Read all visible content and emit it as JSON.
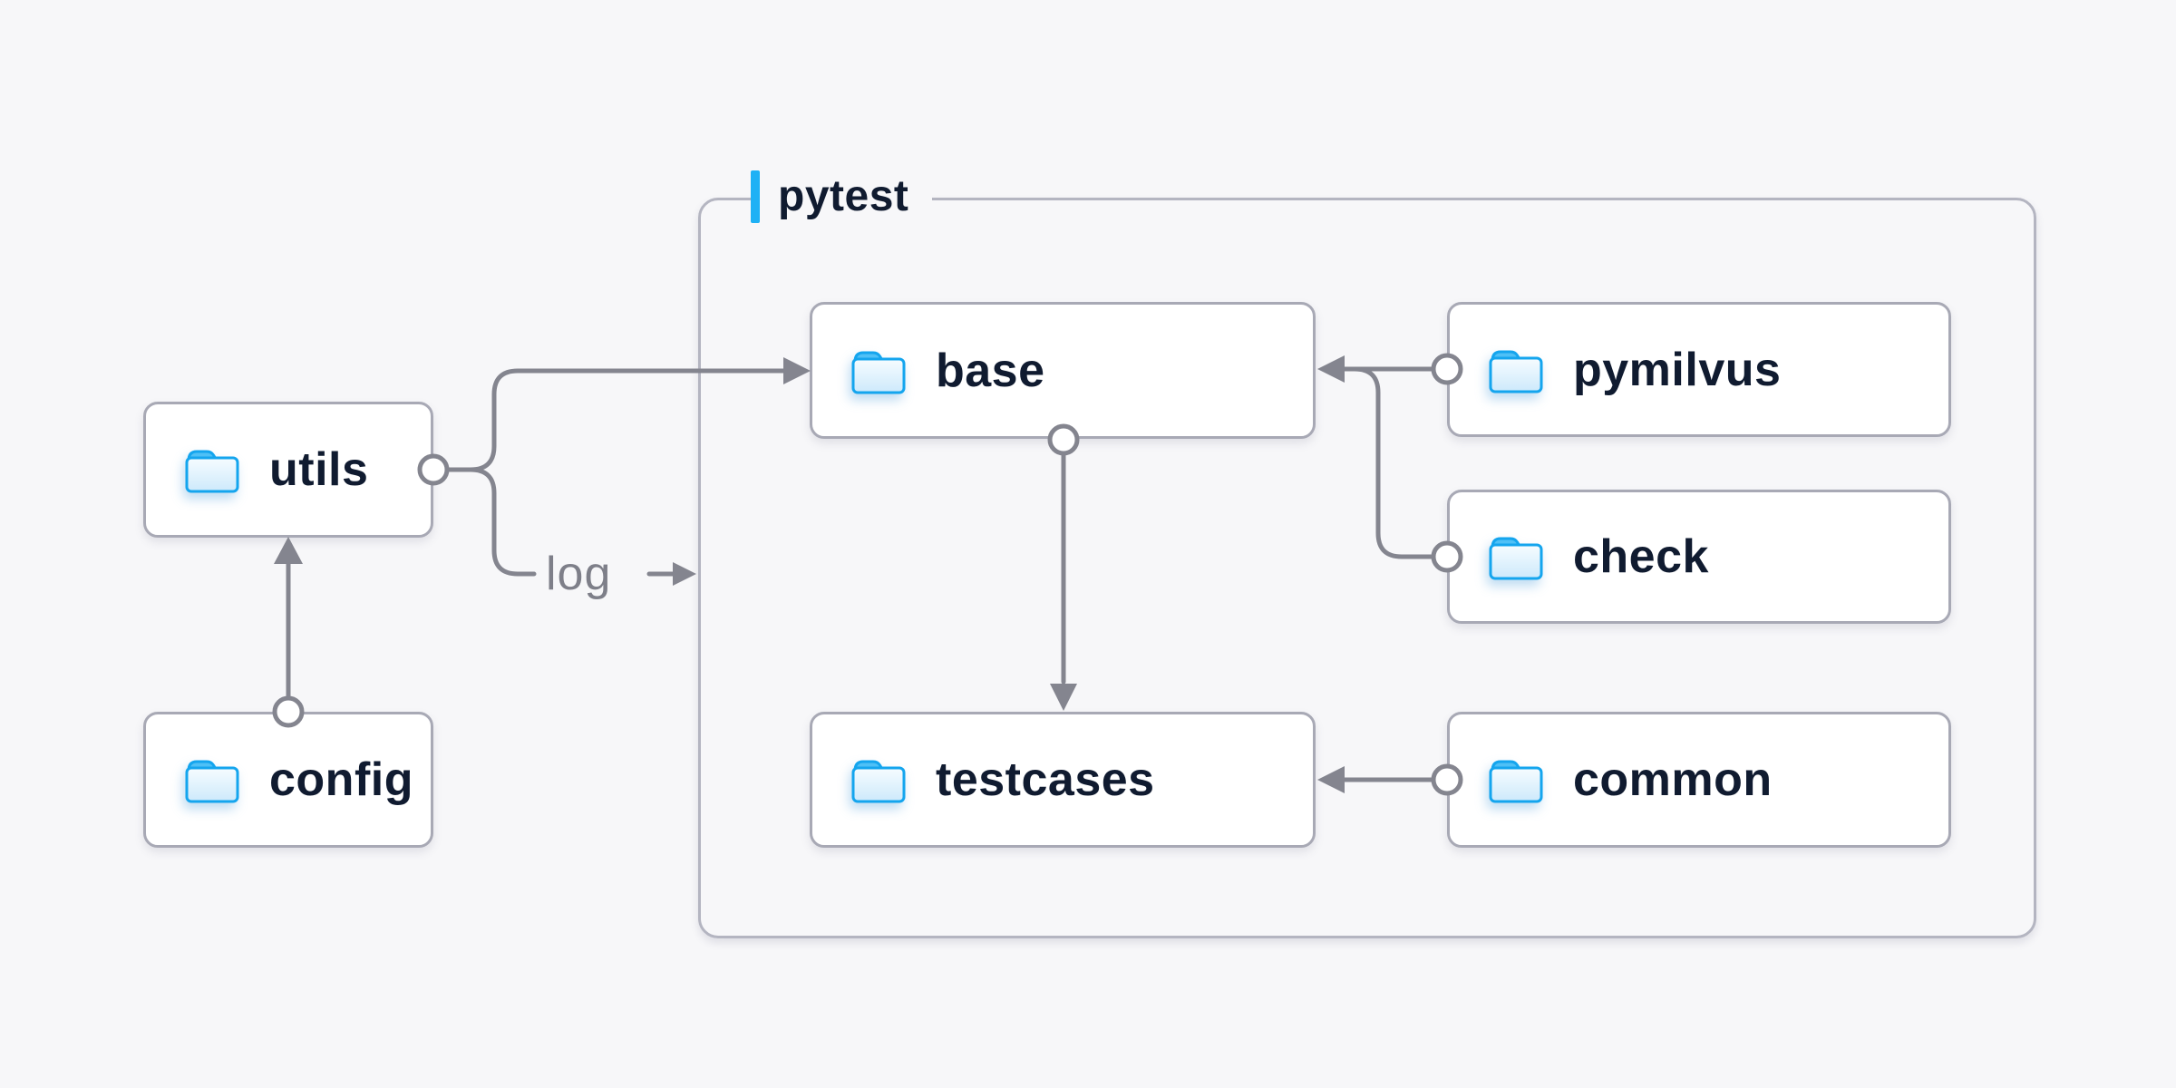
{
  "diagram": {
    "container_label": "pytest",
    "nodes": {
      "utils": {
        "label": "utils",
        "icon": "folder-icon"
      },
      "config": {
        "label": "config",
        "icon": "folder-icon"
      },
      "base": {
        "label": "base",
        "icon": "folder-icon"
      },
      "pymilvus": {
        "label": "pymilvus",
        "icon": "folder-icon"
      },
      "check": {
        "label": "check",
        "icon": "folder-icon"
      },
      "testcases": {
        "label": "testcases",
        "icon": "folder-icon"
      },
      "common": {
        "label": "common",
        "icon": "folder-icon"
      }
    },
    "edges": [
      {
        "from": "config",
        "to": "utils",
        "label": ""
      },
      {
        "from": "utils",
        "to": "base",
        "label": ""
      },
      {
        "from": "utils",
        "to": "pytest",
        "label": "log"
      },
      {
        "from": "pymilvus",
        "to": "base",
        "label": ""
      },
      {
        "from": "check",
        "to": "base",
        "label": ""
      },
      {
        "from": "base",
        "to": "testcases",
        "label": ""
      },
      {
        "from": "common",
        "to": "testcases",
        "label": ""
      }
    ]
  },
  "colors": {
    "background": "#f7f7f9",
    "node_bg": "#ffffff",
    "node_border": "#a8a9b5",
    "container_border": "#b4b5c1",
    "edge": "#84858f",
    "text_dark": "#101b30",
    "text_muted": "#7e7f89",
    "accent": "#1fb1f5",
    "folder_stroke": "#14a5ee",
    "folder_tab": "#4fc0f6",
    "folder_fill_light": "#f4fbff",
    "folder_fill_shade": "#cde9fb"
  }
}
